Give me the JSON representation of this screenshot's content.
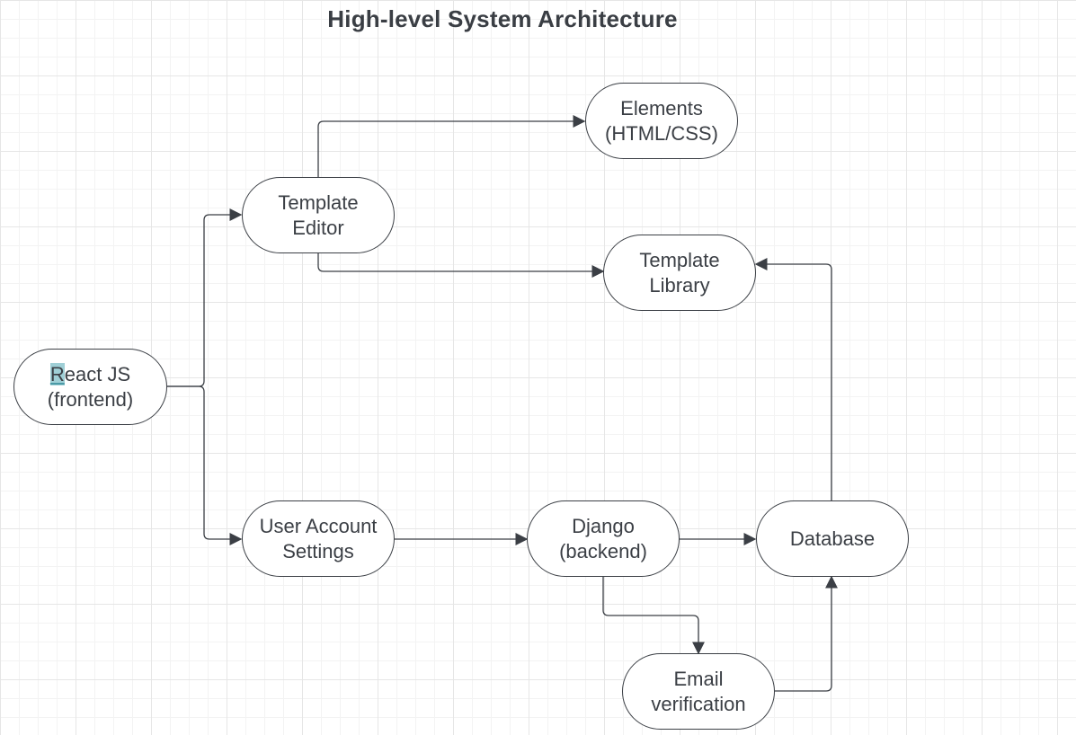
{
  "diagram": {
    "title": "High-level System Architecture",
    "nodes": {
      "react": {
        "line1_first": "R",
        "line1_rest": "eact JS",
        "line2": "(frontend)"
      },
      "template_editor": {
        "line1": "Template",
        "line2": "Editor"
      },
      "elements": {
        "line1": "Elements",
        "line2": "(HTML/CSS)"
      },
      "template_library": {
        "line1": "Template",
        "line2": "Library"
      },
      "user_settings": {
        "line1": "User Account",
        "line2": "Settings"
      },
      "django": {
        "line1": "Django",
        "line2": "(backend)"
      },
      "database": {
        "line1": "Database"
      },
      "email": {
        "line1": "Email",
        "line2": "verification"
      }
    },
    "edges": [
      {
        "from": "React JS (frontend)",
        "to": "Template Editor"
      },
      {
        "from": "React JS (frontend)",
        "to": "User Account Settings"
      },
      {
        "from": "Template Editor",
        "to": "Elements (HTML/CSS)"
      },
      {
        "from": "Template Editor",
        "to": "Template Library"
      },
      {
        "from": "User Account Settings",
        "to": "Django (backend)"
      },
      {
        "from": "Django (backend)",
        "to": "Database"
      },
      {
        "from": "Django (backend)",
        "to": "Email verification"
      },
      {
        "from": "Email verification",
        "to": "Database"
      },
      {
        "from": "Database",
        "to": "Template Library"
      }
    ],
    "colors": {
      "stroke": "#3b3f45",
      "grid": "#e6e6e6",
      "text_highlight": "#9fcfd6"
    }
  }
}
